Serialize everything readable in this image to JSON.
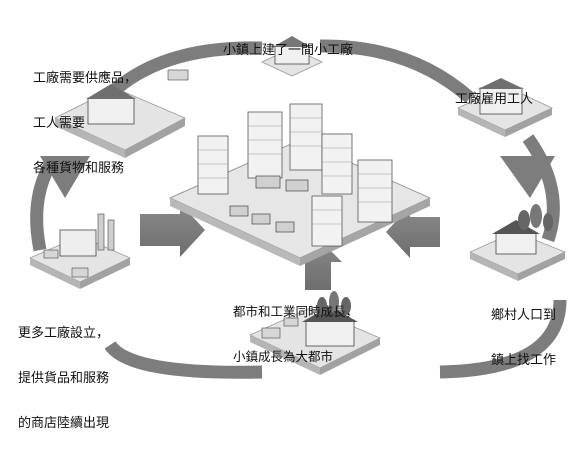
{
  "labels": {
    "top": [
      "小鎮上建了一間小工廠"
    ],
    "top_left": [
      "工廠需要供應品，",
      "工人需要",
      "各種貨物和服務"
    ],
    "top_right": [
      "工廠雇用工人"
    ],
    "center": [
      "都市和工業同時成長，",
      "小鎮成長為大都市"
    ],
    "bottom_left": [
      "更多工廠設立，",
      "提供貨品和服務",
      "的商店陸續出現"
    ],
    "bottom_right": [
      "鄉村人口到",
      "鎮上找工作"
    ]
  }
}
